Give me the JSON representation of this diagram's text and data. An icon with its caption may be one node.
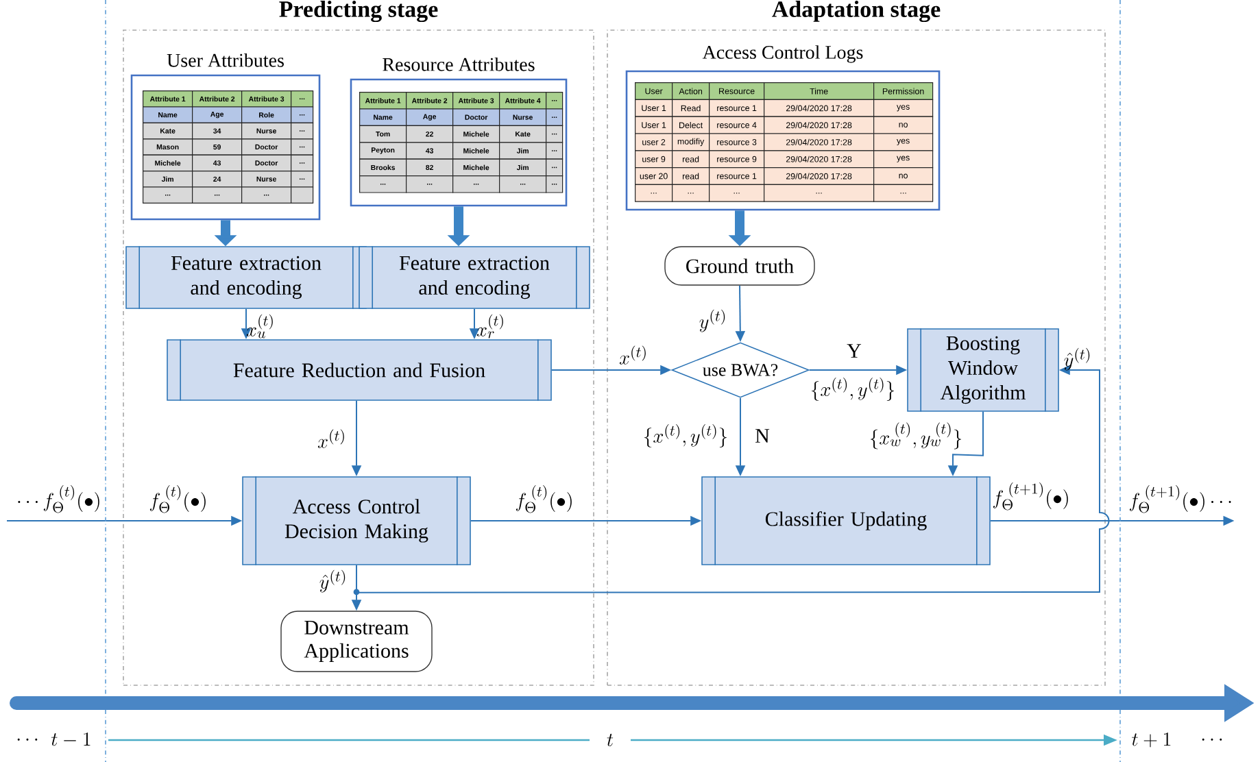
{
  "diagram": {
    "nodes": [
      {
        "text": [
          "Predicting stage"
        ]
      },
      {
        "text": [
          "Adaptation stage"
        ]
      },
      {
        "text": [
          "User Attributes"
        ],
        "in": 0
      },
      {
        "text": [
          "Resource Attributes"
        ],
        "in": 0
      },
      {
        "text": [
          "Access Control Logs"
        ],
        "in": 1
      },
      {
        "text": [
          "Feature extraction and encoding"
        ],
        "in": 0
      },
      {
        "text": [
          "Feature extraction and encoding"
        ],
        "in": 0
      },
      {
        "text": [
          "Feature Reduction and Fusion"
        ],
        "in": 0
      },
      {
        "text": [
          "Access Control Decision Making"
        ],
        "in": 0
      },
      {
        "text": [
          "Downstream Applications"
        ],
        "in": 0
      },
      {
        "text": [
          "Ground truth"
        ],
        "in": 1
      },
      {
        "text": [
          "use BWA?"
        ],
        "in": 1
      },
      {
        "text": [
          "Boosting Window Algorithm"
        ],
        "in": 1
      },
      {
        "text": [
          "Classifier Updating"
        ],
        "in": 1
      },
      {
        "text": [
          "f_{\\Theta}^{\\;(t+1)}(\\bullet)\\cdots"
        ]
      }
    ],
    "edges": [
      {
        "from": 2,
        "to": 5,
        "arrow": "to",
        "style": "thick"
      },
      {
        "from": 3,
        "to": 6,
        "arrow": "to",
        "style": "thick"
      },
      {
        "from": 4,
        "to": 10,
        "arrow": "to",
        "style": "thick"
      },
      {
        "from": 5,
        "to": 7,
        "arrow": "to",
        "label": "x_u^{(t)}"
      },
      {
        "from": 6,
        "to": 7,
        "arrow": "to",
        "label": "x_r^{(t)}"
      },
      {
        "from": 7,
        "to": 11,
        "arrow": "to",
        "label": "x^{(t)}"
      },
      {
        "from": 7,
        "to": 8,
        "arrow": "to",
        "label": "x^{(t)}"
      },
      {
        "from": 10,
        "to": 11,
        "arrow": "to",
        "label": "y^{(t)}"
      },
      {
        "from": 11,
        "to": 12,
        "arrow": "to",
        "label": "Y"
      },
      {
        "from": 11,
        "to": 13,
        "arrow": "to",
        "label": "N"
      },
      {
        "from": 12,
        "to": 13,
        "arrow": "to",
        "label": "\\{x_w^{\\;(t)},y_w^{\\;(t)}\\}"
      },
      {
        "from": null,
        "to": 8,
        "arrow": "to",
        "label": "f_{\\Theta}^{\\;(t)}(\\bullet)"
      },
      {
        "from": 8,
        "to": 13,
        "arrow": "to",
        "label": "f_{\\Theta}^{\\;(t)}(\\bullet)"
      },
      {
        "from": 13,
        "to": 14,
        "arrow": "to",
        "label": "f_{\\Theta}^{\\;(t+1)}(\\bullet)"
      },
      {
        "from": 8,
        "to": 9,
        "arrow": "to",
        "label": "\\hat{y}^{(t)}"
      },
      {
        "from": 8,
        "to": 12,
        "arrow": "to",
        "label": "\\hat{y}^{(t)}"
      }
    ],
    "labels": [
      "Attribute 1",
      "Attribute 2",
      "Attribute 3",
      "...",
      "Name",
      "Age",
      "Role",
      "...",
      "Kate",
      "34",
      "Nurse",
      "...",
      "Mason",
      "59",
      "Doctor",
      "...",
      "Michele",
      "43",
      "Doctor",
      "...",
      "Jim",
      "24",
      "Nurse",
      "...",
      "...",
      "...",
      "...",
      "Attribute 1",
      "Attribute 2",
      "Attribute 3",
      "Attribute 4",
      "...",
      "Name",
      "Age",
      "Doctor",
      "Nurse",
      "...",
      "Tom",
      "22",
      "Michele",
      "Kate",
      "...",
      "Peyton",
      "43",
      "Michele",
      "Jim",
      "...",
      "Brooks",
      "82",
      "Michele",
      "Jim",
      "...",
      "...",
      "...",
      "...",
      "...",
      "...",
      "User",
      "Action",
      "Resource",
      "Time",
      "Permission",
      "User 1",
      "Read",
      "resource 1",
      "29/04/2020 17:28",
      "yes",
      "User 1",
      "Delect",
      "resource 4",
      "29/04/2020 17:28",
      "no",
      "user 2",
      "modifiy",
      "resource 3",
      "29/04/2020 17:28",
      "yes",
      "user 9",
      "read",
      "resource 9",
      "29/04/2020 17:28",
      "yes",
      "user 20",
      "read",
      "resource 1",
      "29/04/2020 17:28",
      "no",
      "...",
      "...",
      "...",
      "...",
      "...",
      "\\{x^{(t)},y^{(t)}\\}",
      "\\{x^{(t)},y^{(t)}\\}",
      "\\cdots f_{\\Theta}^{\\;(t)}(\\bullet)",
      "\\cdots",
      "t-1",
      "t",
      "t+1",
      "\\cdots"
    ]
  }
}
